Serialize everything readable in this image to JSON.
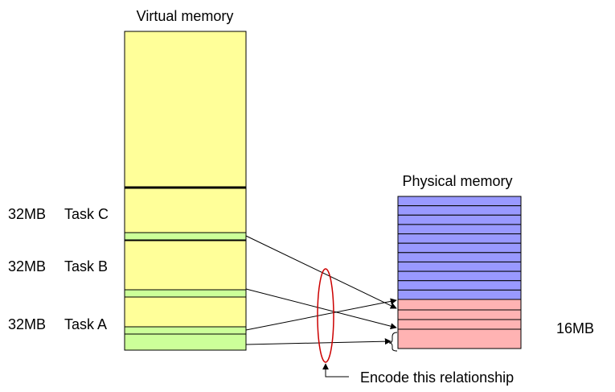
{
  "virtual": {
    "title": "Virtual memory",
    "tasks": [
      {
        "size": "32MB",
        "name": "Task C"
      },
      {
        "size": "32MB",
        "name": "Task B"
      },
      {
        "size": "32MB",
        "name": "Task A"
      }
    ]
  },
  "physical": {
    "title": "Physical memory",
    "size": "16MB"
  },
  "annotation": "Encode this relationship",
  "colors": {
    "virtual_fill": "#FFFF99",
    "page_fill": "#CCFF99",
    "frame_free": "#9999FF",
    "frame_used": "#FFB3B3",
    "ellipse": "#CC0000"
  }
}
